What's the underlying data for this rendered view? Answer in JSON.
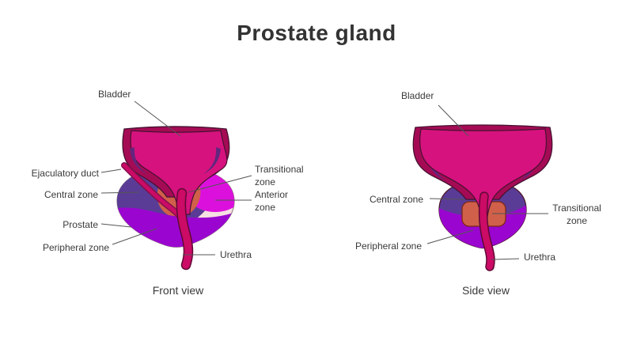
{
  "title": "Prostate gland",
  "colors": {
    "title_text": "#333333",
    "label_text": "#3a3a3a",
    "leader_line": "#555555",
    "bladder_main": "#d6127e",
    "bladder_shadow": "#a50b55",
    "bladder_outline": "#451230",
    "bladder_inner_shadow": "#63267d",
    "prostate_capsule": "#f6e0e1",
    "capsule_outline": "#8a7878",
    "central_zone": "#5a3c96",
    "anterior_zone": "#dc10dd",
    "transitional_zone": "#d06049",
    "transitional_outline": "#7e2718",
    "peripheral_zone": "#9a06d0",
    "urethra": "#cb0b66",
    "urethra_outline": "#5f0a35",
    "duct_outline": "#83104e",
    "prostate_outline_side": "#4a1525"
  },
  "front_view": {
    "caption": "Front view",
    "labels": {
      "bladder": "Bladder",
      "ejaculatory_duct": "Ejaculatory duct",
      "central_zone": "Central zone",
      "prostate": "Prostate",
      "peripheral_zone": "Peripheral zone",
      "transitional_zone": "Transitional zone",
      "anterior_zone": "Anterior zone",
      "urethra": "Urethra"
    }
  },
  "side_view": {
    "caption": "Side view",
    "labels": {
      "bladder": "Bladder",
      "central_zone": "Central zone",
      "peripheral_zone": "Peripheral zone",
      "transitional_zone": "Transitional zone",
      "urethra": "Urethra"
    }
  }
}
